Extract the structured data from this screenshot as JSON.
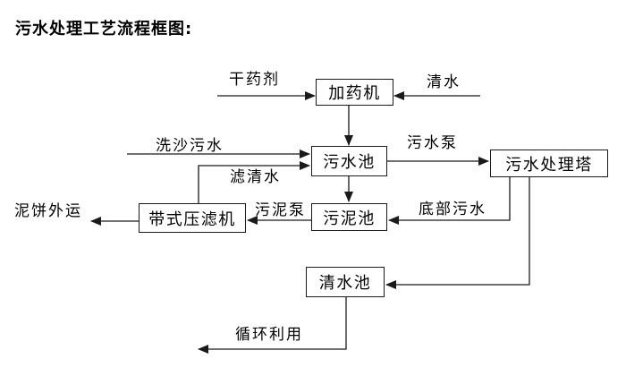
{
  "title": "污水处理工艺流程框图:",
  "nodes": {
    "dosing_machine": {
      "label": "加药机"
    },
    "sewage_pool": {
      "label": "污水池"
    },
    "treatment_tower": {
      "label": "污水处理塔"
    },
    "sludge_pool": {
      "label": "污泥池"
    },
    "belt_filter_press": {
      "label": "带式压滤机"
    },
    "clean_water_pool": {
      "label": "清水池"
    }
  },
  "edge_labels": {
    "dry_agent": "干药剂",
    "clean_water": "清水",
    "sand_washing_sewage": "洗沙污水",
    "sewage_pump": "污水泵",
    "filtered_water": "滤清水",
    "sludge_pump": "污泥泵",
    "bottom_sewage": "底部污水",
    "mud_cake_out": "泥饼外运",
    "recycle_use": "循环利用"
  },
  "edges": [
    {
      "from": "干药剂",
      "to": "加药机",
      "label": "干药剂"
    },
    {
      "from": "清水",
      "to": "加药机",
      "label": "清水"
    },
    {
      "from": "加药机",
      "to": "污水池",
      "label": ""
    },
    {
      "from": "洗沙污水",
      "to": "污水池",
      "label": "洗沙污水"
    },
    {
      "from": "带式压滤机",
      "to": "污水池",
      "label": "滤清水"
    },
    {
      "from": "污水池",
      "to": "污水处理塔",
      "label": "污水泵"
    },
    {
      "from": "污水池",
      "to": "污泥池",
      "label": ""
    },
    {
      "from": "污泥池",
      "to": "带式压滤机",
      "label": "污泥泵"
    },
    {
      "from": "污水处理塔",
      "to": "污泥池",
      "label": "底部污水"
    },
    {
      "from": "污水处理塔",
      "to": "清水池",
      "label": ""
    },
    {
      "from": "带式压滤机",
      "to": "泥饼外运",
      "label": "泥饼外运"
    },
    {
      "from": "清水池",
      "to": "循环利用",
      "label": "循环利用"
    }
  ],
  "colors": {
    "line": "#1a1a1a",
    "text": "#000000",
    "background": "#ffffff"
  }
}
